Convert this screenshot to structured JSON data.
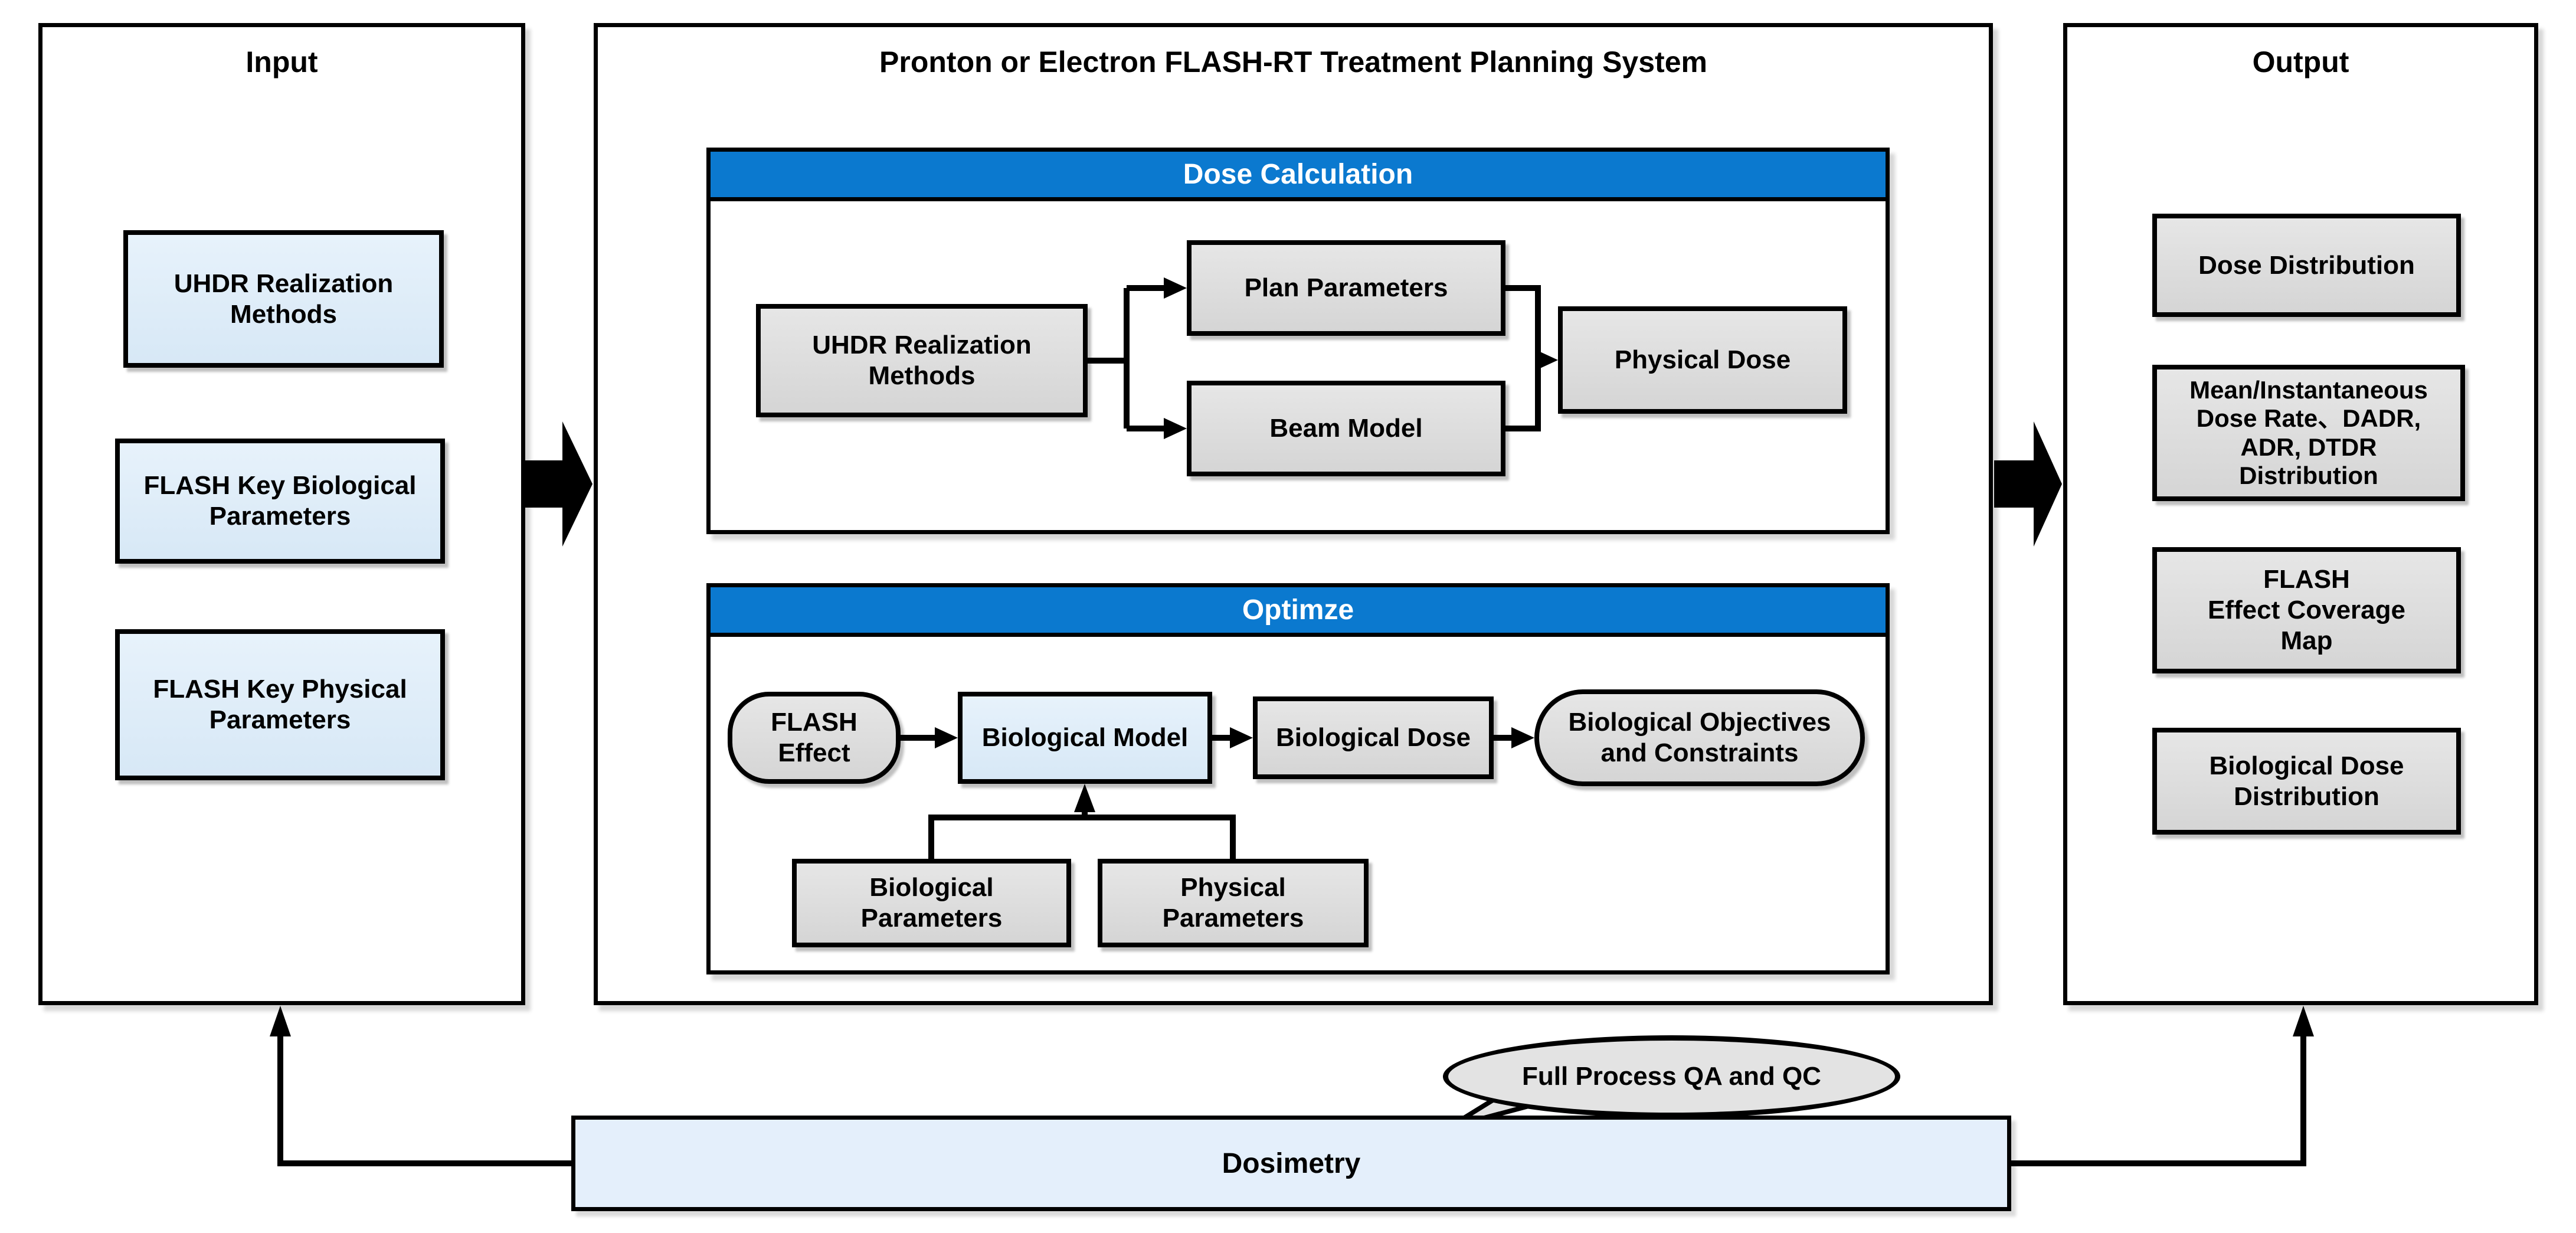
{
  "colors": {
    "section_header_blue": "#0b79cf",
    "light_blue_fill": "#ddebf7",
    "gray_fill": "#dcdcdc",
    "dosimetry_fill": "#e4effb",
    "line_black": "#000000"
  },
  "input_panel": {
    "title": "Input",
    "boxes": [
      {
        "lines": [
          "UHDR Realization",
          "Methods"
        ]
      },
      {
        "lines": [
          "FLASH Key Biological",
          "Parameters"
        ]
      },
      {
        "lines": [
          "FLASH Key Physical",
          "Parameters"
        ]
      }
    ]
  },
  "center_panel": {
    "title": "Pronton or Electron FLASH-RT Treatment Planning System",
    "dose_calculation": {
      "header": "Dose Calculation",
      "uhdr": {
        "lines": [
          "UHDR Realization",
          "Methods"
        ]
      },
      "plan": "Plan Parameters",
      "beam": "Beam Model",
      "physical": "Physical Dose"
    },
    "optimize": {
      "header": "Optimze",
      "flash_effect": {
        "lines": [
          "FLASH",
          "Effect"
        ]
      },
      "bio_model": "Biological Model",
      "bio_dose": "Biological Dose",
      "objectives": {
        "lines": [
          "Biological Objectives",
          "and Constraints"
        ]
      },
      "bio_params": {
        "lines": [
          "Biological",
          "Parameters"
        ]
      },
      "phys_params": {
        "lines": [
          "Physical",
          "Parameters"
        ]
      }
    }
  },
  "output_panel": {
    "title": "Output",
    "boxes": [
      {
        "lines": [
          "Dose Distribution"
        ]
      },
      {
        "lines": [
          "Mean/Instantaneous",
          "Dose Rate、DADR,",
          "ADR, DTDR",
          "Distribution"
        ]
      },
      {
        "lines": [
          "FLASH",
          "Effect Coverage",
          "Map"
        ]
      },
      {
        "lines": [
          "Biological Dose",
          "Distribution"
        ]
      }
    ]
  },
  "bottom": {
    "dosimetry": "Dosimetry",
    "qa_bubble": "Full Process QA and QC"
  }
}
